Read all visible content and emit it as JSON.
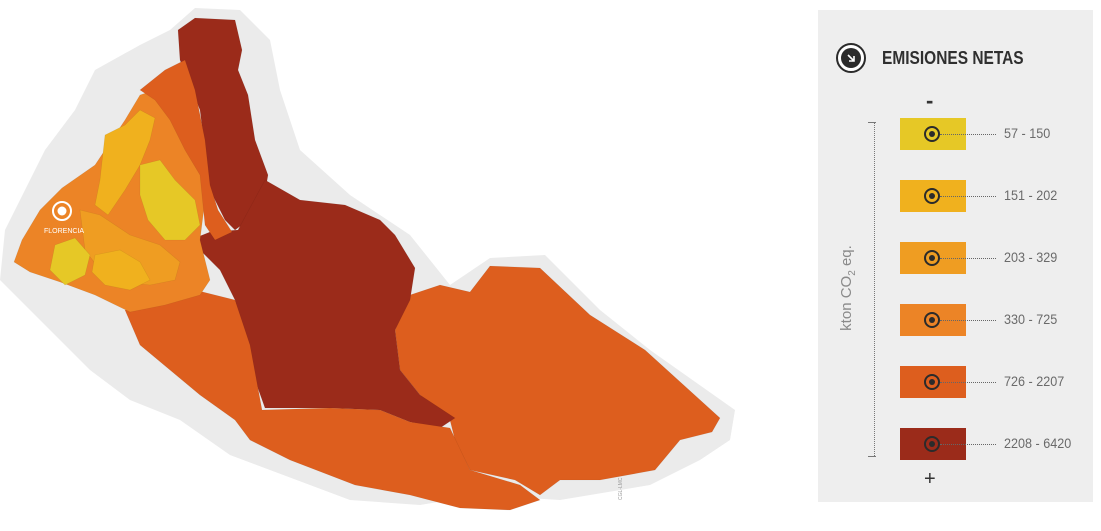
{
  "map": {
    "city_label": "FLORENCIA",
    "credit": "CGL-LMC",
    "land_color": "#ebebeb",
    "regions": [
      {
        "id": "far-east-basin",
        "class_index": 4
      },
      {
        "id": "central-north-corridor",
        "class_index": 5
      },
      {
        "id": "central-basin",
        "class_index": 5
      },
      {
        "id": "southern-strip",
        "class_index": 4
      },
      {
        "id": "west-outer",
        "class_index": 3
      },
      {
        "id": "north-west-ridge",
        "class_index": 4
      },
      {
        "id": "west-inner-a",
        "class_index": 2
      },
      {
        "id": "west-inner-b",
        "class_index": 1
      },
      {
        "id": "west-inner-c",
        "class_index": 0
      },
      {
        "id": "west-inner-d",
        "class_index": 0
      },
      {
        "id": "west-inner-e",
        "class_index": 1
      }
    ]
  },
  "legend": {
    "title": "EMISIONES NETAS",
    "icon": "arrow-down-right-icon",
    "low_marker": "-",
    "high_marker": "+",
    "axis_label_main": "kton CO",
    "axis_label_sub": "2",
    "axis_label_suffix": " eq.",
    "classes": [
      {
        "range": "57 - 150",
        "color": "#e6c826"
      },
      {
        "range": "151 - 202",
        "color": "#f0b11e"
      },
      {
        "range": "203 - 329",
        "color": "#ef9d22"
      },
      {
        "range": "330 - 725",
        "color": "#ec8426"
      },
      {
        "range": "726 - 2207",
        "color": "#dd5e1e"
      },
      {
        "range": "2208 - 6420",
        "color": "#9b2b1a"
      }
    ]
  }
}
